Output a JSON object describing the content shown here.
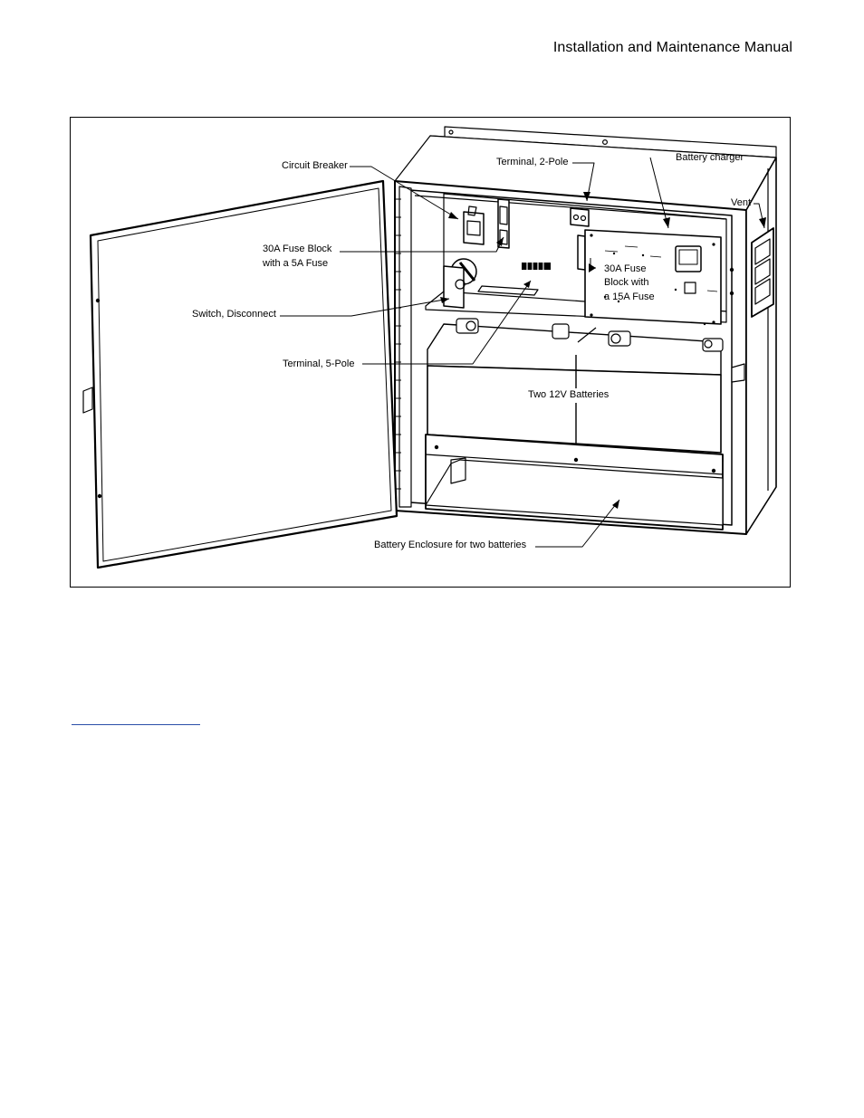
{
  "header": {
    "title": "Installation and Maintenance Manual"
  },
  "figure": {
    "labels": {
      "circuit_breaker": "Circuit Breaker",
      "terminal_2_pole": "Terminal, 2-Pole",
      "battery_charger": "Battery charger",
      "vent": "Vent",
      "fuse_block_5a_line1": "30A Fuse Block",
      "fuse_block_5a_line2": "with a 5A Fuse",
      "fuse_block_15a_line1": "30A Fuse",
      "fuse_block_15a_line2": "Block with",
      "fuse_block_15a_line3": "a 15A Fuse",
      "switch_disconnect": "Switch, Disconnect",
      "terminal_5_pole": "Terminal, 5-Pole",
      "two_batteries": "Two 12V Batteries",
      "battery_enclosure": "Battery Enclosure for two batteries"
    }
  }
}
